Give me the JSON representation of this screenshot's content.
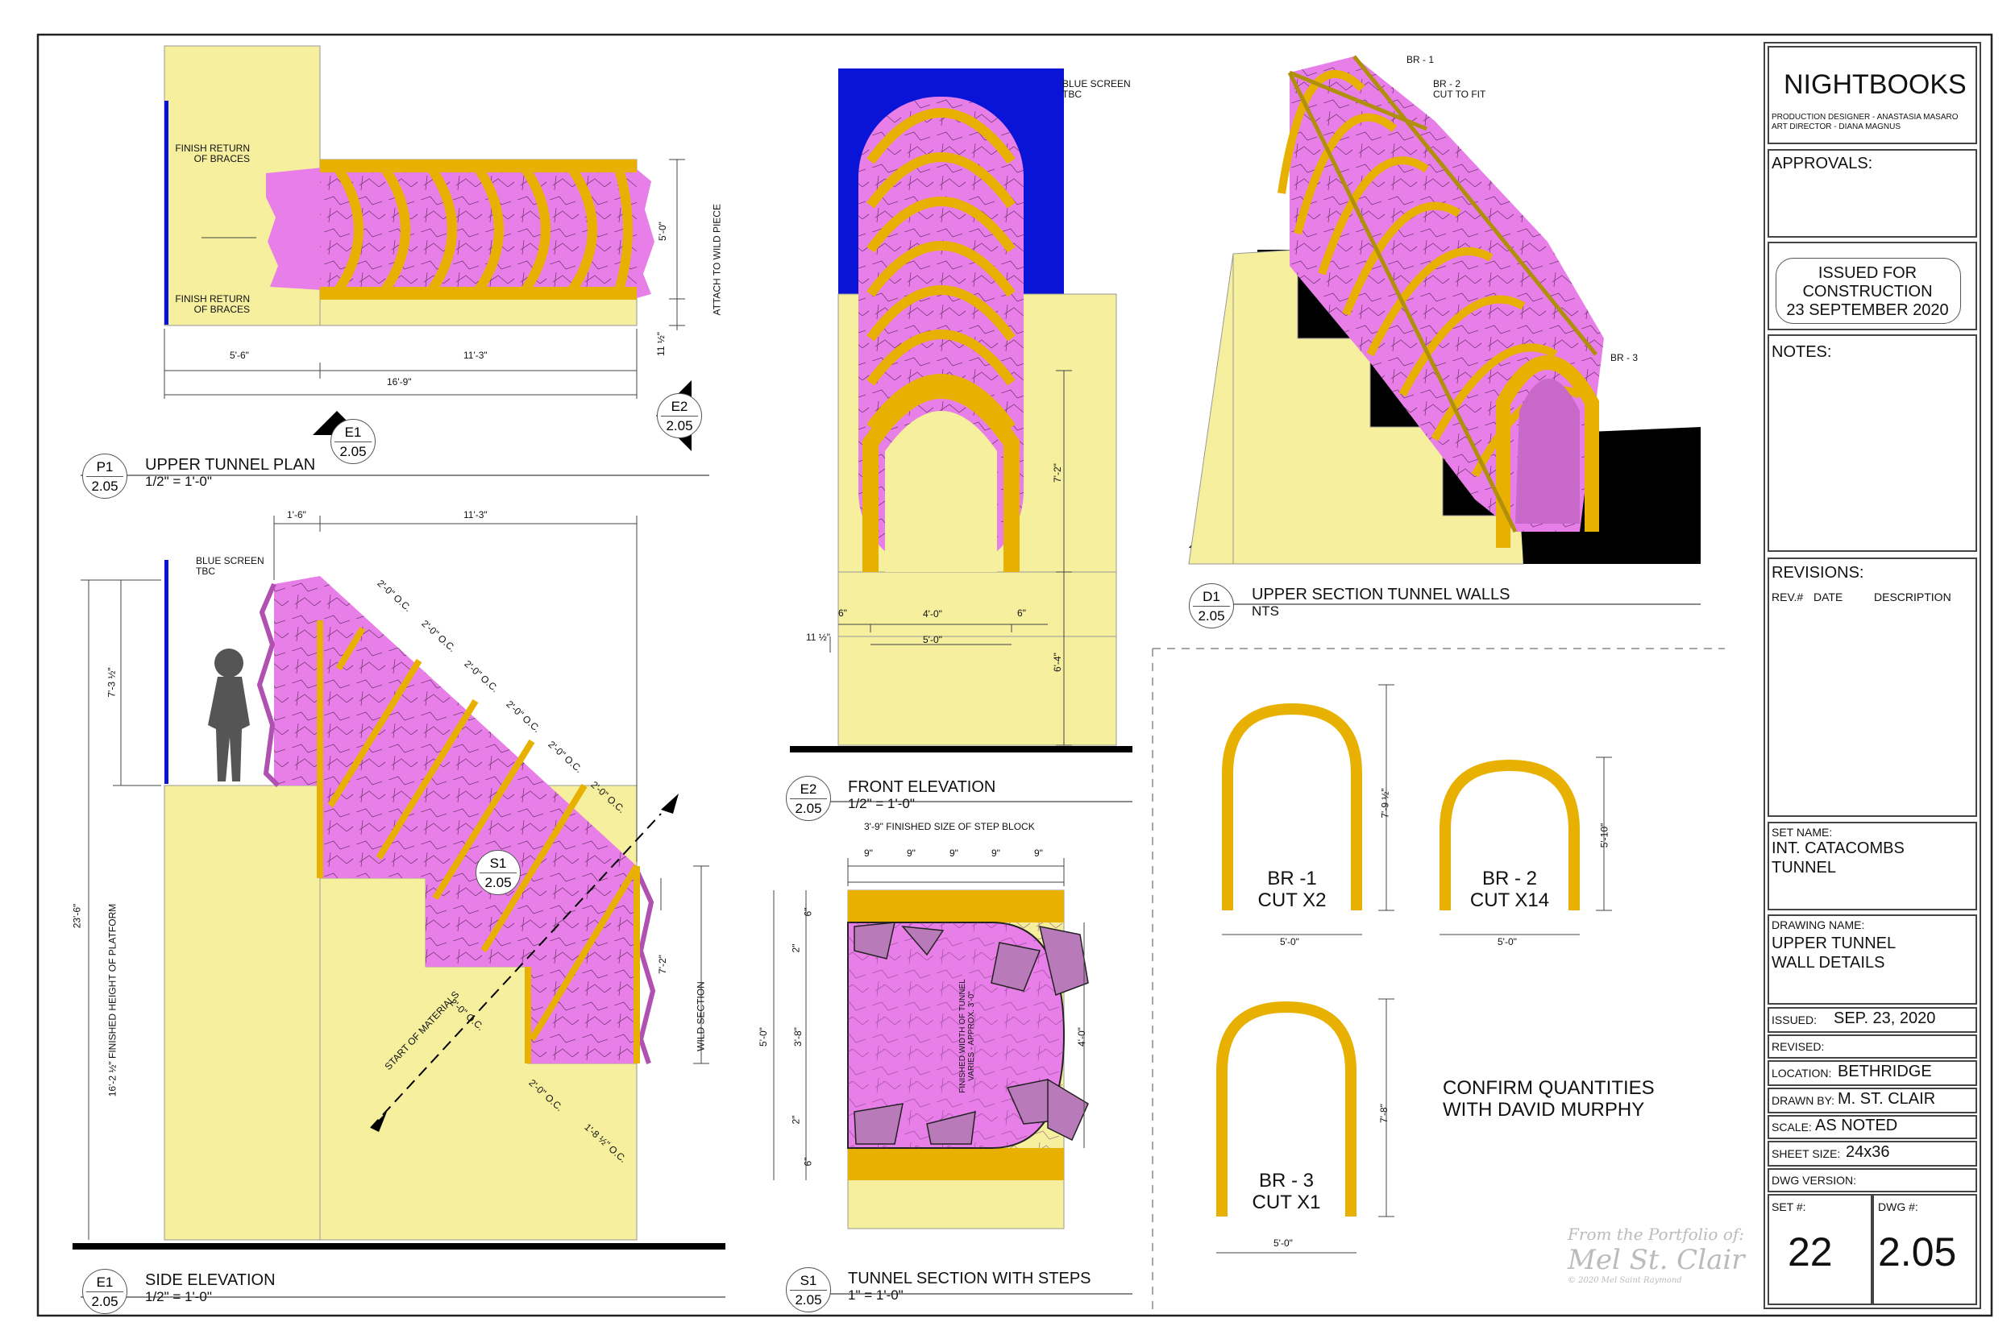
{
  "title_block": {
    "project": "NIGHTBOOKS",
    "production_designer": "PRODUCTION DESIGNER - ANASTASIA MASARO",
    "art_director": "ART DIRECTOR - DIANA MAGNUS",
    "approvals_label": "APPROVALS:",
    "issued_line1": "ISSUED FOR",
    "issued_line2": "CONSTRUCTION",
    "issued_line3": "23 SEPTEMBER 2020",
    "notes_label": "NOTES:",
    "revisions_label": "REVISIONS:",
    "rev_col": "REV.#",
    "date_col": "DATE",
    "desc_col": "DESCRIPTION",
    "set_name_label": "SET NAME:",
    "set_name_1": "INT. CATACOMBS",
    "set_name_2": "TUNNEL",
    "drawing_name_label": "DRAWING NAME:",
    "drawing_name_1": "UPPER TUNNEL",
    "drawing_name_2": "WALL DETAILS",
    "issued_label": "ISSUED:",
    "issued_value": "SEP. 23, 2020",
    "revised_label": "REVISED:",
    "location_label": "LOCATION:",
    "location_value": "BETHRIDGE",
    "drawn_by_label": "DRAWN BY:",
    "drawn_by_value": "M. ST. CLAIR",
    "scale_label": "SCALE:",
    "scale_value": "AS NOTED",
    "sheet_size_label": "SHEET SIZE:",
    "sheet_size_value": "24x36",
    "dwg_version_label": "DWG VERSION:",
    "set_no_label": "SET #:",
    "set_no_value": "22",
    "dwg_no_label": "DWG #:",
    "dwg_no_value": "2.05"
  },
  "views": {
    "p1": {
      "id": "P1",
      "sheet": "2.05",
      "title": "UPPER TUNNEL PLAN",
      "scale": "1/2\" = 1'-0\""
    },
    "e1": {
      "id": "E1",
      "sheet": "2.05",
      "title": "SIDE ELEVATION",
      "scale": "1/2\" = 1'-0\""
    },
    "e2": {
      "id": "E2",
      "sheet": "2.05",
      "title": "FRONT ELEVATION",
      "scale": "1/2\" = 1'-0\""
    },
    "s1": {
      "id": "S1",
      "sheet": "2.05",
      "title": "TUNNEL SECTION WITH STEPS",
      "scale": "1\" = 1'-0\""
    },
    "d1": {
      "id": "D1",
      "sheet": "2.05",
      "title": "UPPER SECTION TUNNEL WALLS",
      "scale": "NTS"
    }
  },
  "markers": {
    "e1_id": "E1",
    "e1_sheet": "2.05",
    "e2_id": "E2",
    "e2_sheet": "2.05",
    "s1_id": "S1",
    "s1_sheet": "2.05"
  },
  "notes": {
    "finish_return_1a": "FINISH RETURN",
    "finish_return_1b": "OF BRACES",
    "finish_return_2a": "FINISH RETURN",
    "finish_return_2b": "OF BRACES",
    "attach_wild": "ATTACH TO WILD PIECE",
    "blue_screen_front_a": "BLUE SCREEN",
    "blue_screen_front_b": "TBC",
    "blue_screen_side_a": "BLUE SCREEN",
    "blue_screen_side_b": "TBC",
    "finished_height": "16'-2 ½\" FINISHED HEIGHT OF PLATFORM",
    "start_materials": "START OF MATERIALS",
    "wild_section": "WILD SECTION",
    "step_block": "3'-9\" FINISHED SIZE OF STEP BLOCK",
    "finished_width_a": "FINISHED WIDTH OF TUNNEL",
    "finished_width_b": "VARIES - APPROX. 3'-0\"",
    "d1_br1": "BR - 1",
    "d1_br2a": "BR - 2",
    "d1_br2b": "CUT TO FIT",
    "d1_br3": "BR - 3",
    "confirm_1": "CONFIRM QUANTITIES",
    "confirm_2": "WITH DAVID MURPHY",
    "watermark_1": "From the Portfolio of:",
    "watermark_2": "Mel St. Clair",
    "watermark_3": "© 2020 Mel Saint Raymond"
  },
  "dims": {
    "p1_5_6": "5'-6\"",
    "p1_11_3": "11'-3\"",
    "p1_16_9": "16'-9\"",
    "p1_5_0": "5'-0\"",
    "p1_11_half": "11 ½\"",
    "e1_1_6": "1'-6\"",
    "e1_11_3": "11'-3\"",
    "e1_7_3": "7'-3 ½\"",
    "e1_23_6": "23'-6\"",
    "e1_7_2": "7'-2\"",
    "oc": "2'-0\" O.C.",
    "oc_last": "1'-8 ½\" O.C.",
    "e2_7_2": "7'-2\"",
    "e2_6_4": "6'-4\"",
    "e2_6a": "6\"",
    "e2_4_0": "4'-0\"",
    "e2_6b": "6\"",
    "e2_5_0": "5'-0\"",
    "e2_11": "11 ½\"",
    "s1_9": "9\"",
    "s1_5_0": "5'-0\"",
    "s1_3_8": "3'-8\"",
    "s1_2": "2\"",
    "s1_6": "6\"",
    "s1_4_0": "4'-0\"",
    "br1_h": "7'-9 ½\"",
    "br1_w": "5'-0\"",
    "br2_h": "5'-10\"",
    "br2_w": "5'-0\"",
    "br3_h": "7'-8\"",
    "br3_w": "5'-0\""
  },
  "braces": [
    {
      "id": "BR -1",
      "cut": "CUT X2"
    },
    {
      "id": "BR - 2",
      "cut": "CUT X14"
    },
    {
      "id": "BR - 3",
      "cut": "CUT X1"
    }
  ],
  "colors": {
    "plywood_yellow": "#f5ef9e",
    "tunnel_pink": "#e87fe8",
    "brace_gold": "#e8b000",
    "blue_screen": "#0a14d6",
    "black": "#000000"
  }
}
